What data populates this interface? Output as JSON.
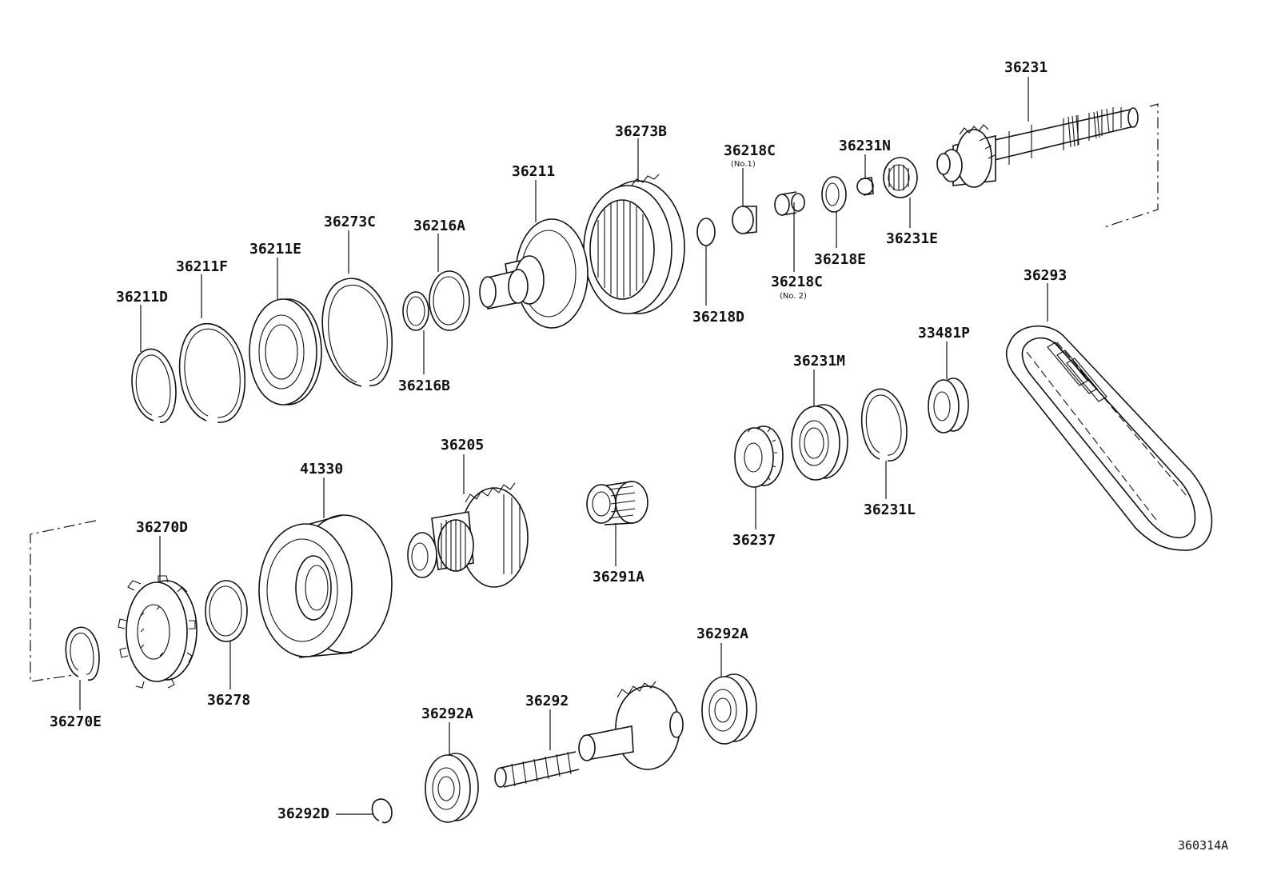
{
  "figure_code": "360314A",
  "parts": [
    {
      "key": "p36231",
      "number": "36231"
    },
    {
      "key": "p36273B",
      "number": "36273B"
    },
    {
      "key": "p36218C1",
      "number": "36218C",
      "sub": "(No.1)"
    },
    {
      "key": "p36231N",
      "number": "36231N"
    },
    {
      "key": "p36211",
      "number": "36211"
    },
    {
      "key": "p36216A",
      "number": "36216A"
    },
    {
      "key": "p36273C",
      "number": "36273C"
    },
    {
      "key": "p36211E",
      "number": "36211E"
    },
    {
      "key": "p36211F",
      "number": "36211F"
    },
    {
      "key": "p36211D",
      "number": "36211D"
    },
    {
      "key": "p36216B",
      "number": "36216B"
    },
    {
      "key": "p36218D",
      "number": "36218D"
    },
    {
      "key": "p36218C2",
      "number": "36218C",
      "sub": "(No. 2)"
    },
    {
      "key": "p36218E",
      "number": "36218E"
    },
    {
      "key": "p36231E",
      "number": "36231E"
    },
    {
      "key": "p36293",
      "number": "36293"
    },
    {
      "key": "p33481P",
      "number": "33481P"
    },
    {
      "key": "p36231M",
      "number": "36231M"
    },
    {
      "key": "p36231L",
      "number": "36231L"
    },
    {
      "key": "p36237",
      "number": "36237"
    },
    {
      "key": "p36205",
      "number": "36205"
    },
    {
      "key": "p41330",
      "number": "41330"
    },
    {
      "key": "p36270D",
      "number": "36270D"
    },
    {
      "key": "p36291A",
      "number": "36291A"
    },
    {
      "key": "p36278",
      "number": "36278"
    },
    {
      "key": "p36270E",
      "number": "36270E"
    },
    {
      "key": "p36292A_top",
      "number": "36292A"
    },
    {
      "key": "p36292",
      "number": "36292"
    },
    {
      "key": "p36292A_low",
      "number": "36292A"
    },
    {
      "key": "p36292D",
      "number": "36292D"
    }
  ]
}
